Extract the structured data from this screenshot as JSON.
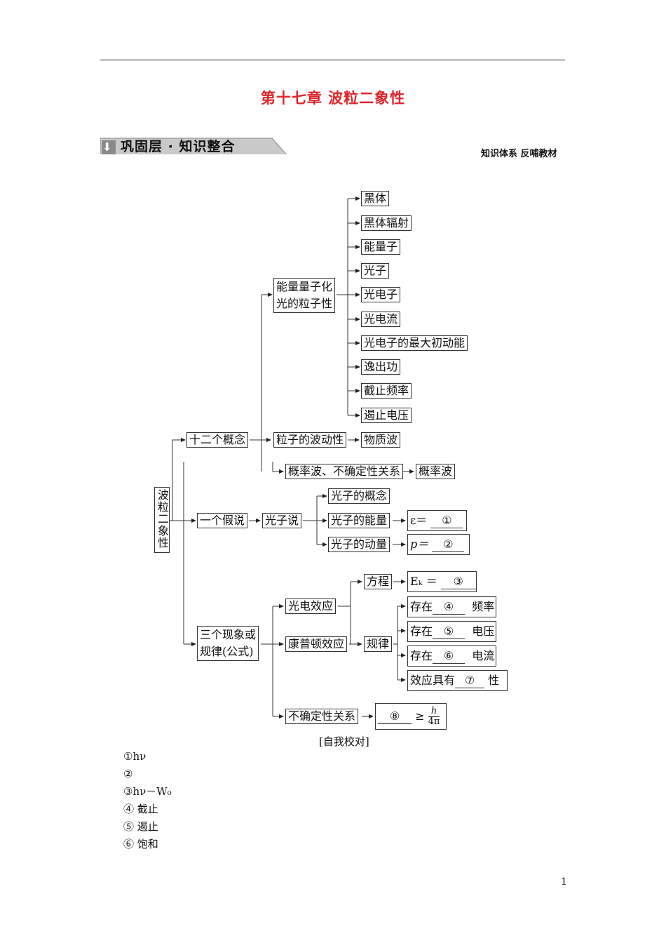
{
  "title": "第十七章  波粒二象性",
  "banner": {
    "left": "巩固层 · 知识整合",
    "right": "知识体系  反哺教材"
  },
  "root": "波粒二象性",
  "l1": {
    "concepts": "十二个概念",
    "hypothesis": "一个假说",
    "phenomena_line1": "三个现象或",
    "phenomena_line2": "规律(公式)"
  },
  "l2": {
    "quant_line1": "能量量子化",
    "quant_line2": "光的粒子性",
    "particle_wave": "粒子的波动性",
    "prob": "概率波、不确定性关系",
    "photon_theory": "光子说",
    "photoelectric": "光电效应",
    "compton": "康普顿效应",
    "uncertainty": "不确定性关系"
  },
  "concept_items": [
    "黑体",
    "黑体辐射",
    "能量子",
    "光子",
    "光电子",
    "光电流",
    "光电子的最大初动能",
    "逸出功",
    "截止频率",
    "遏止电压"
  ],
  "matter_wave": "物质波",
  "prob_wave": "概率波",
  "photon": {
    "concept": "光子的概念",
    "energy": "光子的能量",
    "momentum": "光子的动量",
    "energy_formula": "ε＝",
    "energy_blank": "①",
    "momentum_formula": "p＝",
    "momentum_blank": "②"
  },
  "equation": {
    "label": "方程",
    "formula": "Eₖ ＝",
    "blank": "③"
  },
  "law": {
    "label": "规律",
    "items": [
      {
        "pre": "存在",
        "blank": "④",
        "post": "频率"
      },
      {
        "pre": "存在",
        "blank": "⑤",
        "post": "电压"
      },
      {
        "pre": "存在",
        "blank": "⑥",
        "post": "电流"
      },
      {
        "pre": "效应具有",
        "blank": "⑦",
        "post": "性"
      }
    ]
  },
  "uncertainty_formula": {
    "blank": "⑧",
    "op": "≥",
    "num": "h",
    "den": "4π"
  },
  "caption": "[自我校对]",
  "answers": [
    "①hν",
    "②",
    "③hν－W₀",
    "④ 截止",
    "⑤ 遏止",
    "⑥ 饱和"
  ],
  "page_number": "1"
}
